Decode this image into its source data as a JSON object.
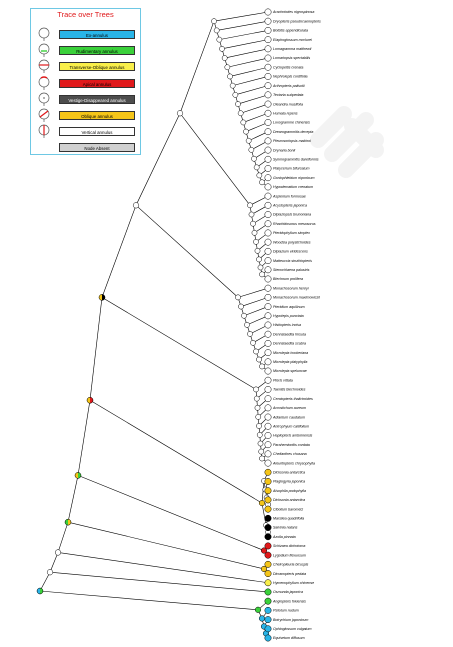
{
  "colors": {
    "exannulus": "#29b5e8",
    "rudimentary": "#3ad03a",
    "transverse_oblique": "#f9ef4a",
    "apical": "#e0191b",
    "vestige": "#4d4d4d",
    "oblique": "#f5c518",
    "vertical": "#ffffff",
    "node_absent": "#d0d0d0",
    "legend_border": "#6ec8e4",
    "legend_title": "#e0191b",
    "line": "#000000"
  },
  "legend": {
    "title": "Trace over Trees",
    "items": [
      {
        "label": "Ex-annulus",
        "color": "#29b5e8",
        "icon": "sporangium-exannulus-icon"
      },
      {
        "label": "Rudimentary annulus",
        "color": "#3ad03a",
        "icon": "sporangium-rudimentary-icon"
      },
      {
        "label": "Transverse-Oblique annulus",
        "color": "#f9ef4a",
        "icon": "sporangium-transverse-icon"
      },
      {
        "label": "Apical annulus",
        "color": "#e0191b",
        "icon": "sporangium-apical-icon"
      },
      {
        "label": "Vestige-Disappeared annulus",
        "color": "#4d4d4d",
        "text_color": "#ffffff",
        "icon": "sporangium-vestige-icon"
      },
      {
        "label": "Oblique annulus",
        "color": "#f5c518",
        "icon": "sporangium-oblique-icon"
      },
      {
        "label": "Vertical annulus",
        "color": "#ffffff",
        "icon": "sporangium-vertical-icon"
      },
      {
        "label": "Node Absent",
        "color": "#d0d0d0",
        "icon": "none"
      }
    ]
  },
  "taxa": [
    "Arachniodes nigrospinosa",
    "Dryopteris pseudocaenopteris",
    "Bolbitis appendiculata",
    "Elaphoglossum mcclurei",
    "Lomagramma matthewii",
    "Lomariopsis spectabilis",
    "Cyclopeltis crenata",
    "Nephrolepis cordifolia",
    "Arthropteris palisotii",
    "Tectaria subpedata",
    "Oleandra musifolia",
    "Humata repens",
    "Loxogramme chinensis",
    "Drearogrammitis decepta",
    "Pleurosoriopsis makinoi",
    "Drynaria bonii",
    "Synmogrammitis dareiformis",
    "Platycerium bifurcatum",
    "Goniophlebium niponicum",
    "Hypodematium crenatum",
    "Asplenium formosae",
    "Acystopteris japonica",
    "Diplaziopsis brunoniana",
    "Rhachidosorus mesosorus",
    "Pteridophyllum simplex",
    "Woodsia polystichoides",
    "Diplazium viridescens",
    "Matteuccia struthiopteris",
    "Stenochlaena palustris",
    "Blechnum prolifera",
    "Monachosorum henryi",
    "Monachosorum maximowiczii",
    "Pteridium aquilinum",
    "Hypolepis punctata",
    "Histiopteris incisa",
    "Dennstaedtia hirsuta",
    "Dennstaedtia scabra",
    "Microlepia hookeriana",
    "Microlepia platyphylla",
    "Microlepia speluncae",
    "Pteris vittata",
    "Taenitis blechnoides",
    "Ceratopteris thalictroides",
    "Acrostichum aureum",
    "Adiantum caudatum",
    "Antrophyum callifolium",
    "Haplopteris amboinensis",
    "Parahemionitis cordata",
    "Cheilanthes chusana",
    "Aleuritopteris chrysophylla",
    "Dicksonia antarctica",
    "Plagiogyria japonica",
    "Alsophila podophylla",
    "Dicksonia antarctica",
    "Cibotium barometz",
    "Marsilea quadrifolia",
    "Salvinia natans",
    "Azolla pinnata",
    "Schizaea dichotoma",
    "Lygodium flexuosum",
    "Cheiropleuria bicuspis",
    "Dicranopteris pedata",
    "Hymenophyllum chinense",
    "Osmunda japonica",
    "Angiopteris fokiensis",
    "Psilotum nudum",
    "Botrychium japonicum",
    "Ophioglossum vulgatum",
    "Equisetum diffusum"
  ],
  "tip_states": [
    "none",
    "none",
    "none",
    "none",
    "none",
    "none",
    "none",
    "none",
    "none",
    "none",
    "none",
    "none",
    "none",
    "none",
    "none",
    "none",
    "none",
    "none",
    "none",
    "none",
    "none",
    "none",
    "none",
    "none",
    "none",
    "none",
    "none",
    "none",
    "none",
    "none",
    "none",
    "none",
    "none",
    "none",
    "none",
    "none",
    "none",
    "none",
    "none",
    "none",
    "none",
    "none",
    "none",
    "none",
    "none",
    "none",
    "none",
    "none",
    "none",
    "none",
    "oblique",
    "oblique",
    "oblique",
    "oblique",
    "oblique",
    "vestige",
    "vestige",
    "vestige",
    "apical",
    "apical",
    "oblique",
    "oblique",
    "transverse",
    "rudimentary",
    "rudimentary",
    "exannulus",
    "exannulus",
    "exannulus",
    "exannulus"
  ]
}
